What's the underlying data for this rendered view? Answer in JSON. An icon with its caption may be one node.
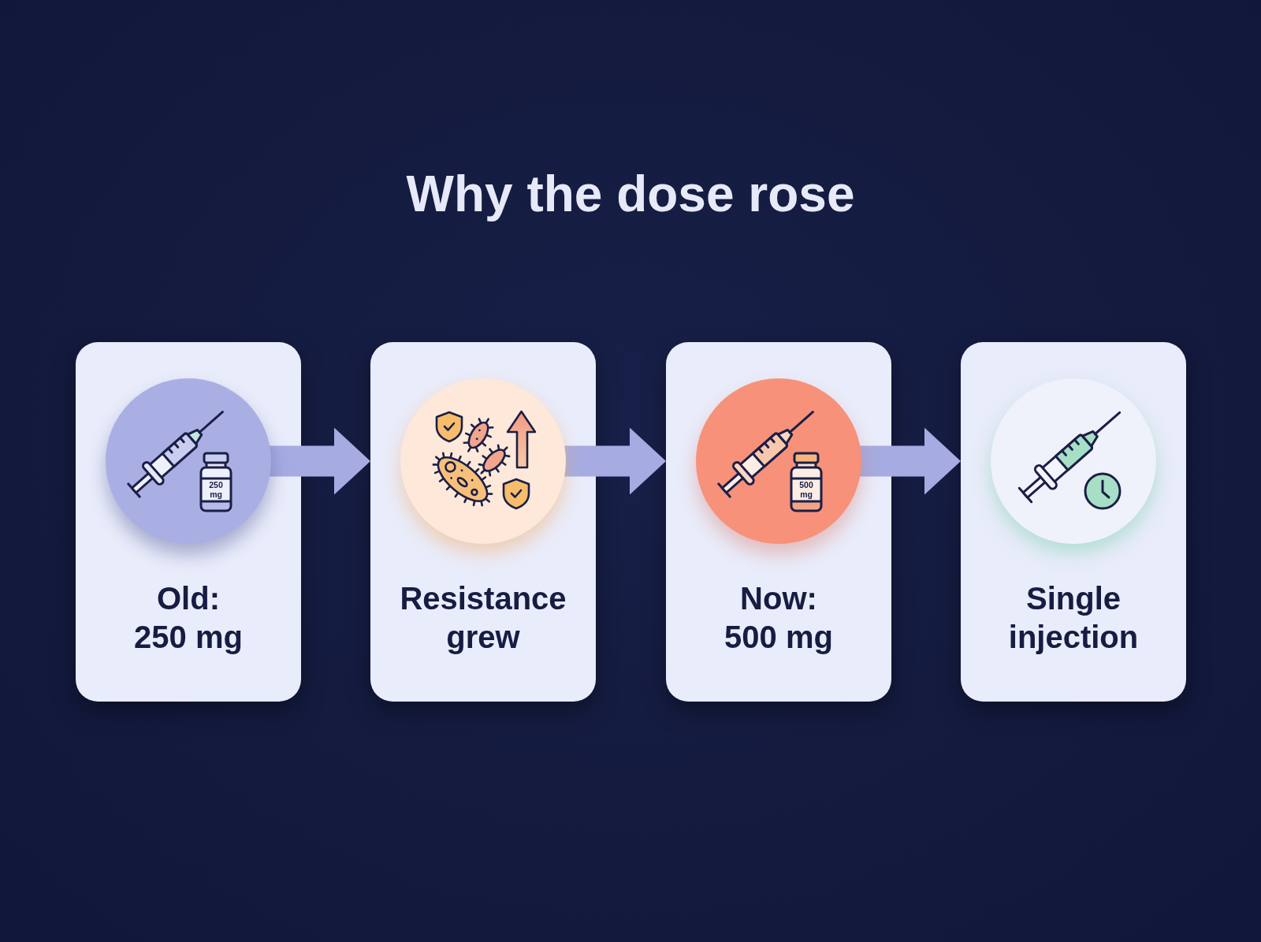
{
  "diagram": {
    "title": "Why the dose rose",
    "nodes": [
      {
        "text": [
          "Old: 250 mg"
        ]
      },
      {
        "text": [],
        "shape": "circle",
        "in": 0
      },
      {
        "text": [
          "Resistance grew"
        ]
      },
      {
        "text": [],
        "shape": "circle",
        "in": 2
      },
      {
        "text": [
          "Now: 500 mg"
        ]
      },
      {
        "text": [],
        "shape": "circle",
        "in": 4
      },
      {
        "text": [
          "Single injection"
        ]
      },
      {
        "text": [],
        "shape": "circle",
        "in": 6
      }
    ],
    "edges": [
      {
        "from": 1,
        "to": 2,
        "arrow": "to"
      },
      {
        "from": 3,
        "to": 4,
        "arrow": "to"
      },
      {
        "from": 5,
        "to": 6,
        "arrow": "to"
      }
    ],
    "labels": [
      "250 mg",
      "500 mg"
    ]
  }
}
